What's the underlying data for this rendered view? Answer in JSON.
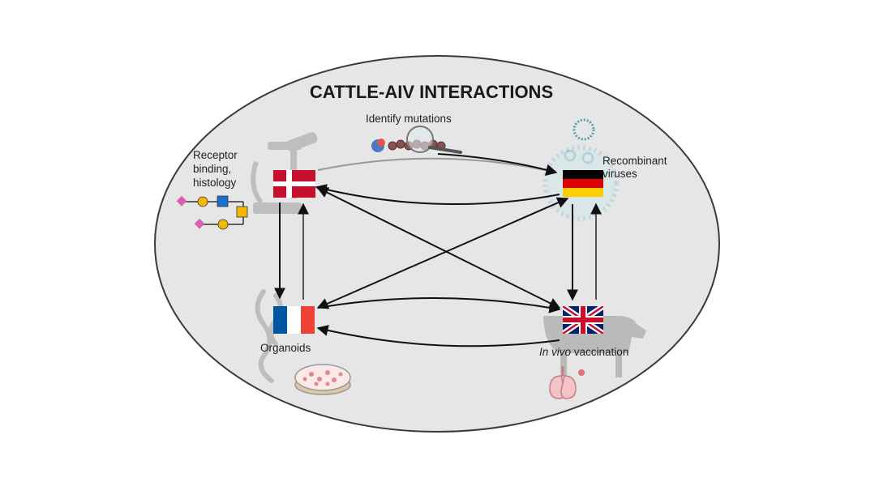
{
  "title": "CATTLE-AIV INTERACTIONS",
  "labels": {
    "identify_mutations": "Identify mutations",
    "receptor_line1": "Receptor",
    "receptor_line2": "binding,",
    "receptor_line3": "histology",
    "recombinant_line1": "Recombinant",
    "recombinant_line2": "viruses",
    "organoids": "Organoids",
    "in_vivo_italic": "In vivo",
    "in_vivo_rest": " vaccination"
  },
  "nodes": [
    {
      "id": "denmark",
      "flag": "Denmark"
    },
    {
      "id": "germany",
      "flag": "Germany"
    },
    {
      "id": "france",
      "flag": "France"
    },
    {
      "id": "uk",
      "flag": "United Kingdom"
    }
  ],
  "icons": [
    "microscope-icon",
    "magnifier-icon",
    "protein-icon",
    "virus-icon",
    "glycan-icon",
    "intestine-icon",
    "petri-dish-icon",
    "cow-icon",
    "lungs-icon"
  ],
  "colors": {
    "ellipse_fill": "#e6e6e6",
    "ellipse_stroke": "#3a3a3a",
    "arrow": "#111111",
    "dk_red": "#c8102e",
    "fr_blue": "#0055a4",
    "fr_red": "#ef4135",
    "de_black": "#000000",
    "de_red": "#dd0000",
    "de_gold": "#ffce00",
    "uk_blue": "#012169",
    "uk_red": "#c8102e"
  }
}
